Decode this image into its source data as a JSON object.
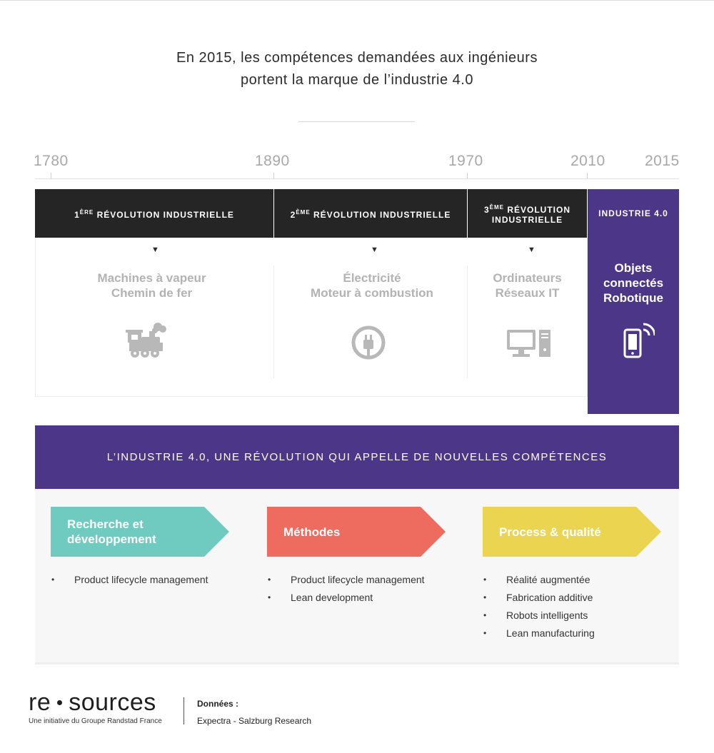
{
  "title": {
    "line1": "En 2015, les compétences demandées aux ingénieurs",
    "line2": "portent la marque de l’industrie 4.0"
  },
  "timeline": {
    "years": [
      "1780",
      "1890",
      "1970",
      "2010",
      "2015"
    ],
    "eras": [
      {
        "num": "1",
        "sup": "ÈRE",
        "label": "RÉVOLUTION INDUSTRIELLE",
        "line1": "Machines à vapeur",
        "line2": "Chemin de fer",
        "icon": "train-icon"
      },
      {
        "num": "2",
        "sup": "ÈME",
        "label": "RÉVOLUTION INDUSTRIELLE",
        "line1": "Électricité",
        "line2": "Moteur à combustion",
        "icon": "plug-icon"
      },
      {
        "num": "3",
        "sup": "ÈME",
        "label": "RÉVOLUTION",
        "label2": "INDUSTRIELLE",
        "line1": "Ordinateurs",
        "line2": "Réseaux IT",
        "icon": "computer-icon"
      }
    ],
    "current": {
      "label": "INDUSTRIE 4.0",
      "line1": "Objets",
      "line2": "connectés",
      "line3": "Robotique",
      "icon": "smartphone-wifi-icon"
    }
  },
  "banner": "L’INDUSTRIE 4.0, UNE RÉVOLUTION QUI APPELLE DE NOUVELLES COMPÉTENCES",
  "categories": [
    {
      "line1": "Recherche et",
      "line2": "développement",
      "color": "#6fcbbf",
      "items": [
        "Product lifecycle management"
      ]
    },
    {
      "line1": "Méthodes",
      "color": "#ee6b5f",
      "items": [
        "Product lifecycle management",
        "Lean development"
      ]
    },
    {
      "line1": "Process & qualité",
      "color": "#ebd44f",
      "items": [
        "Réalité augmentée",
        "Fabrication additive",
        "Robots intelligents",
        "Lean manufacturing"
      ]
    }
  ],
  "footer": {
    "logo_left": "re",
    "logo_right": "sources",
    "tagline": "Une initiative du Groupe Randstad France",
    "source_label": "Données :",
    "source_value": "Expectra - Salzburg Research"
  },
  "colors": {
    "purple": "#4b3687",
    "dark": "#252525",
    "teal": "#6fcbbf",
    "coral": "#ee6b5f",
    "yellow": "#ebd44f",
    "muted_icon": "#b8b8b8"
  }
}
